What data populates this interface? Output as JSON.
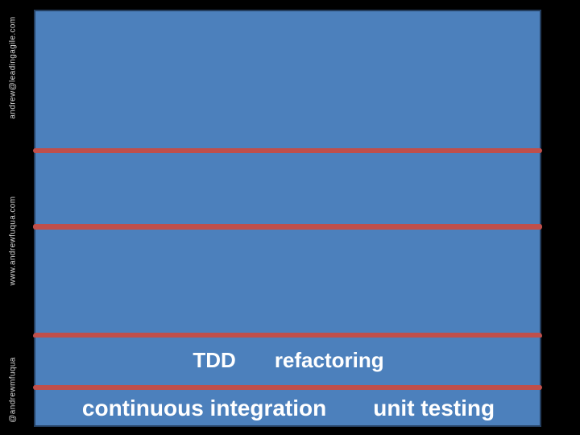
{
  "slide": {
    "background_color": "#000000",
    "panel_color": "#4c80bc",
    "panel_border_color": "#243f60",
    "divider_color": "#bf4f4b",
    "divider_count": 4
  },
  "sidebar": {
    "labels": [
      {
        "id": "email",
        "text": "andrew@leadingagile.com"
      },
      {
        "id": "website",
        "text": "www.andrewfuqua.com"
      },
      {
        "id": "twitter",
        "text": "@andrewmfuqua"
      }
    ]
  },
  "keywords": {
    "row1": {
      "items": [
        "TDD",
        "refactoring"
      ]
    },
    "row2": {
      "items": [
        "continuous integration",
        "unit testing"
      ]
    }
  }
}
